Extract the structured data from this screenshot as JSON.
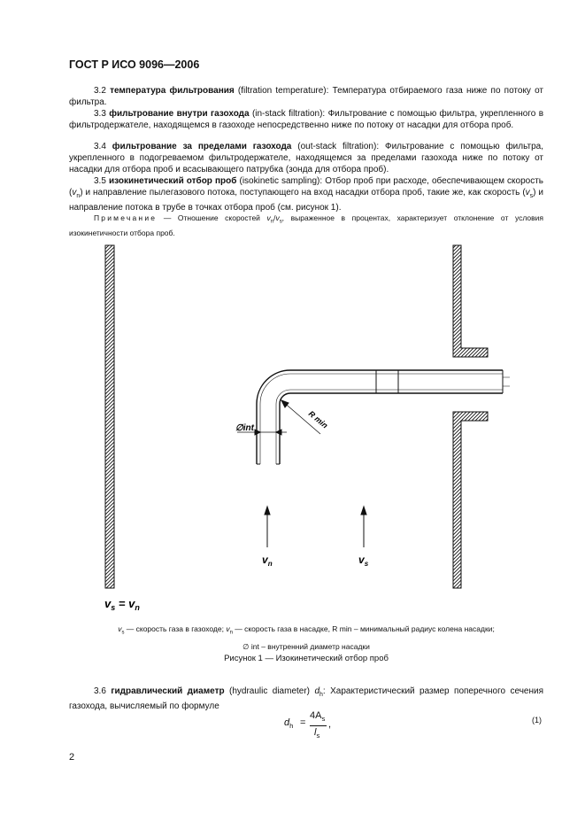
{
  "header": {
    "doc_code": "ГОСТ Р ИСО 9096—2006"
  },
  "sections": [
    {
      "num": "3.2",
      "term": "температура фильтрования",
      "english": "(filtration temperature):",
      "text": "Температура отбираемого газа ниже по потоку от фильтра."
    },
    {
      "num": "3.3",
      "term": "фильтрование внутри газохода",
      "english": "(in-stack filtration):",
      "text": "Фильтрование с помощью фильтра, укрепленного в фильтродержателе, находящемся в газоходе непосредственно ниже по потоку от насадки для отбора проб."
    },
    {
      "num": "3.4",
      "term": "фильтрование за пределами газохода",
      "english": "(out-stack filtration):",
      "text": "Фильтрование с помощью фильтра, укрепленного в подогреваемом фильтродержателе, находящемся за пределами газохода ниже по потоку от насадки для отбора проб и всасывающего патрубка (зонда для отбора проб)."
    },
    {
      "num": "3.5",
      "term": "изокинетический отбор проб",
      "english": "(isokinetic sampling):",
      "text_a": "Отбор проб при расходе, обеспечивающем скорость (",
      "text_b": ") и направление пылегазового потока, поступающего на вход насадки отбора проб, такие же, как скорость (",
      "text_c": ") и направление потока в трубе в точках отбора проб (см. рисунок 1)."
    }
  ],
  "note": {
    "label": "Примечание",
    "text_a": "— Отношение скоростей ",
    "text_b": ", выраженное в процентах, характеризует отклонение от условия изокинетичности отбора проб."
  },
  "figure": {
    "labels": {
      "dint": "∅int",
      "rmin": "R min",
      "vn": "v",
      "vn_sub": "n",
      "vs": "v",
      "vs_sub": "s",
      "eq_lhs": "v",
      "eq_lhs_sub": "s",
      "eq_mid": " = ",
      "eq_rhs": "v",
      "eq_rhs_sub": "n"
    },
    "legend_line1_a": " — скорость газа в газоходе; ",
    "legend_line1_b": " — скорость газа в насадке, R min – минимальный радиус колена насадки;",
    "legend_line2": "∅ int – внутренний диаметр насадки",
    "caption": "Рисунок 1 — Изокинетический отбор проб"
  },
  "section_3_6": {
    "num": "3.6",
    "term": "гидравлический диаметр",
    "english": "(hydraulic diameter)",
    "text_a": "Характеристический размер поперечного сечения газохода, вычисляемый по формуле"
  },
  "formula": {
    "lhs": "d",
    "lhs_sub": "h",
    "eq": "=",
    "num": "4A",
    "num_sub": "s",
    "den": "l",
    "den_sub": "s",
    "tail": ",",
    "number": "(1)"
  },
  "sym": {
    "v": "v",
    "n": "n",
    "s": "s",
    "d": "d",
    "h": "h",
    "slash": "/",
    "semicolon": ":"
  },
  "page_number": "2"
}
